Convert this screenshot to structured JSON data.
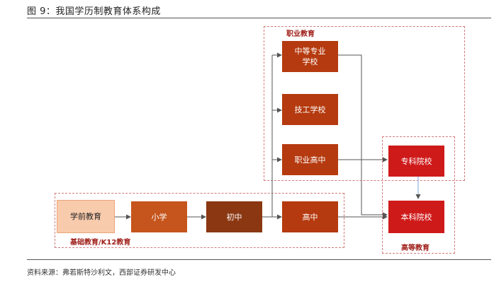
{
  "figure": {
    "title": "图 9：我国学历制教育体系构成",
    "source": "资料来源：弗若斯特沙利文，西部证券研发中心"
  },
  "groups": {
    "vocational": "职业教育",
    "basic": "基础教育/K12教育",
    "higher": "高等教育"
  },
  "nodes": {
    "secondary_vocational": "中等专业\n学校",
    "technical_school": "技工学校",
    "vocational_high": "职业高中",
    "preschool": "学前教育",
    "primary": "小学",
    "junior_high": "初中",
    "senior_high": "高中",
    "junior_college": "专科院校",
    "undergraduate": "本科院校"
  },
  "colors": {
    "vocational_fill": "#b53a0f",
    "preschool_fill": "#f8cbad",
    "primary_fill": "#c5551c",
    "junior_fill": "#8b3712",
    "college_fill": "#cf1a1a",
    "group_border": "#d27a7a",
    "connector": "#555555"
  }
}
